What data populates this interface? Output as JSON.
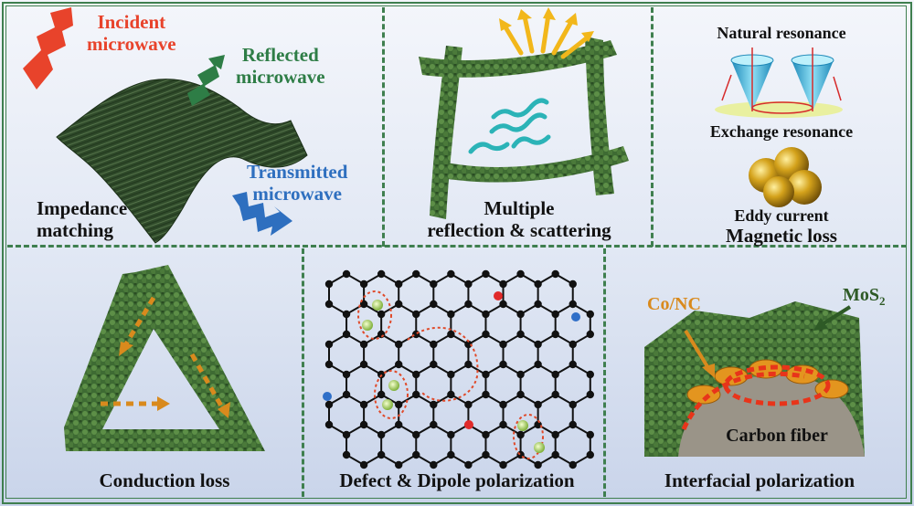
{
  "panels": {
    "impedance": {
      "label_line1": "Impedance",
      "label_line2": "matching",
      "incident_line1": "Incident",
      "incident_line2": "microwave",
      "reflected_line1": "Reflected",
      "reflected_line2": "microwave",
      "transmitted_line1": "Transmitted",
      "transmitted_line2": "microwave"
    },
    "reflection": {
      "label_line1": "Multiple",
      "label_line2": "reflection & scattering"
    },
    "magnetic": {
      "natural": "Natural resonance",
      "exchange": "Exchange resonance",
      "eddy": "Eddy current",
      "magnetic": "Magnetic loss"
    },
    "conduction": {
      "label": "Conduction loss"
    },
    "dipole": {
      "label": "Defect & Dipole polarization"
    },
    "interfacial": {
      "label": "Interfacial polarization",
      "conc": "Co/NC",
      "mos2": "MoS",
      "mos2_sub": "2",
      "fiber": "Carbon fiber"
    }
  },
  "colors": {
    "frame": "#3f7f4f",
    "incident": "#e8432b",
    "reflected": "#2e7d46",
    "transmitted": "#2e6fbf",
    "coco": "#d98a1d",
    "fiber": "#9a9488"
  }
}
